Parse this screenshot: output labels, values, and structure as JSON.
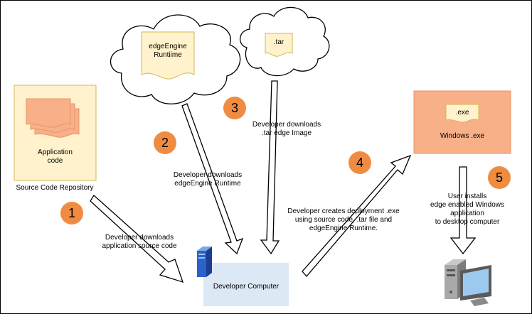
{
  "colors": {
    "badge": "#f08c42",
    "doc_fill": "#fff2cc",
    "doc_stroke": "#d6b656",
    "source_doc_fill": "#f7b088",
    "source_doc_stroke": "#e8956a",
    "windows_fill": "#f7b088",
    "windows_stroke": "#e8956a",
    "dev_computer_fill": "#dce8f5"
  },
  "nodes": {
    "runtime_doc": "edgeEngine\nRuntiime",
    "tar_doc": ".tar",
    "app_code": "Application\ncode",
    "source_repo": "Source Code Repository",
    "exe_doc": ".exe",
    "windows_exe": "Windows .exe",
    "dev_computer": "Developer Computer"
  },
  "steps": [
    {
      "number": "1",
      "label": "Developer downloads\napplication source code"
    },
    {
      "number": "2",
      "label": "Developer downloads\nedgeEngine Runtime"
    },
    {
      "number": "3",
      "label": "Developer downloads\n.tar edge Image"
    },
    {
      "number": "4",
      "label": "Developer creates deployment .exe\nusing source code, .tar file and\nedgeEngine Runtime."
    },
    {
      "number": "5",
      "label": "User installs\nedge enabled Windows\napplication\nto desktop computer"
    }
  ],
  "icons": {
    "server": "server-icon",
    "desktop": "desktop-computer-icon"
  }
}
